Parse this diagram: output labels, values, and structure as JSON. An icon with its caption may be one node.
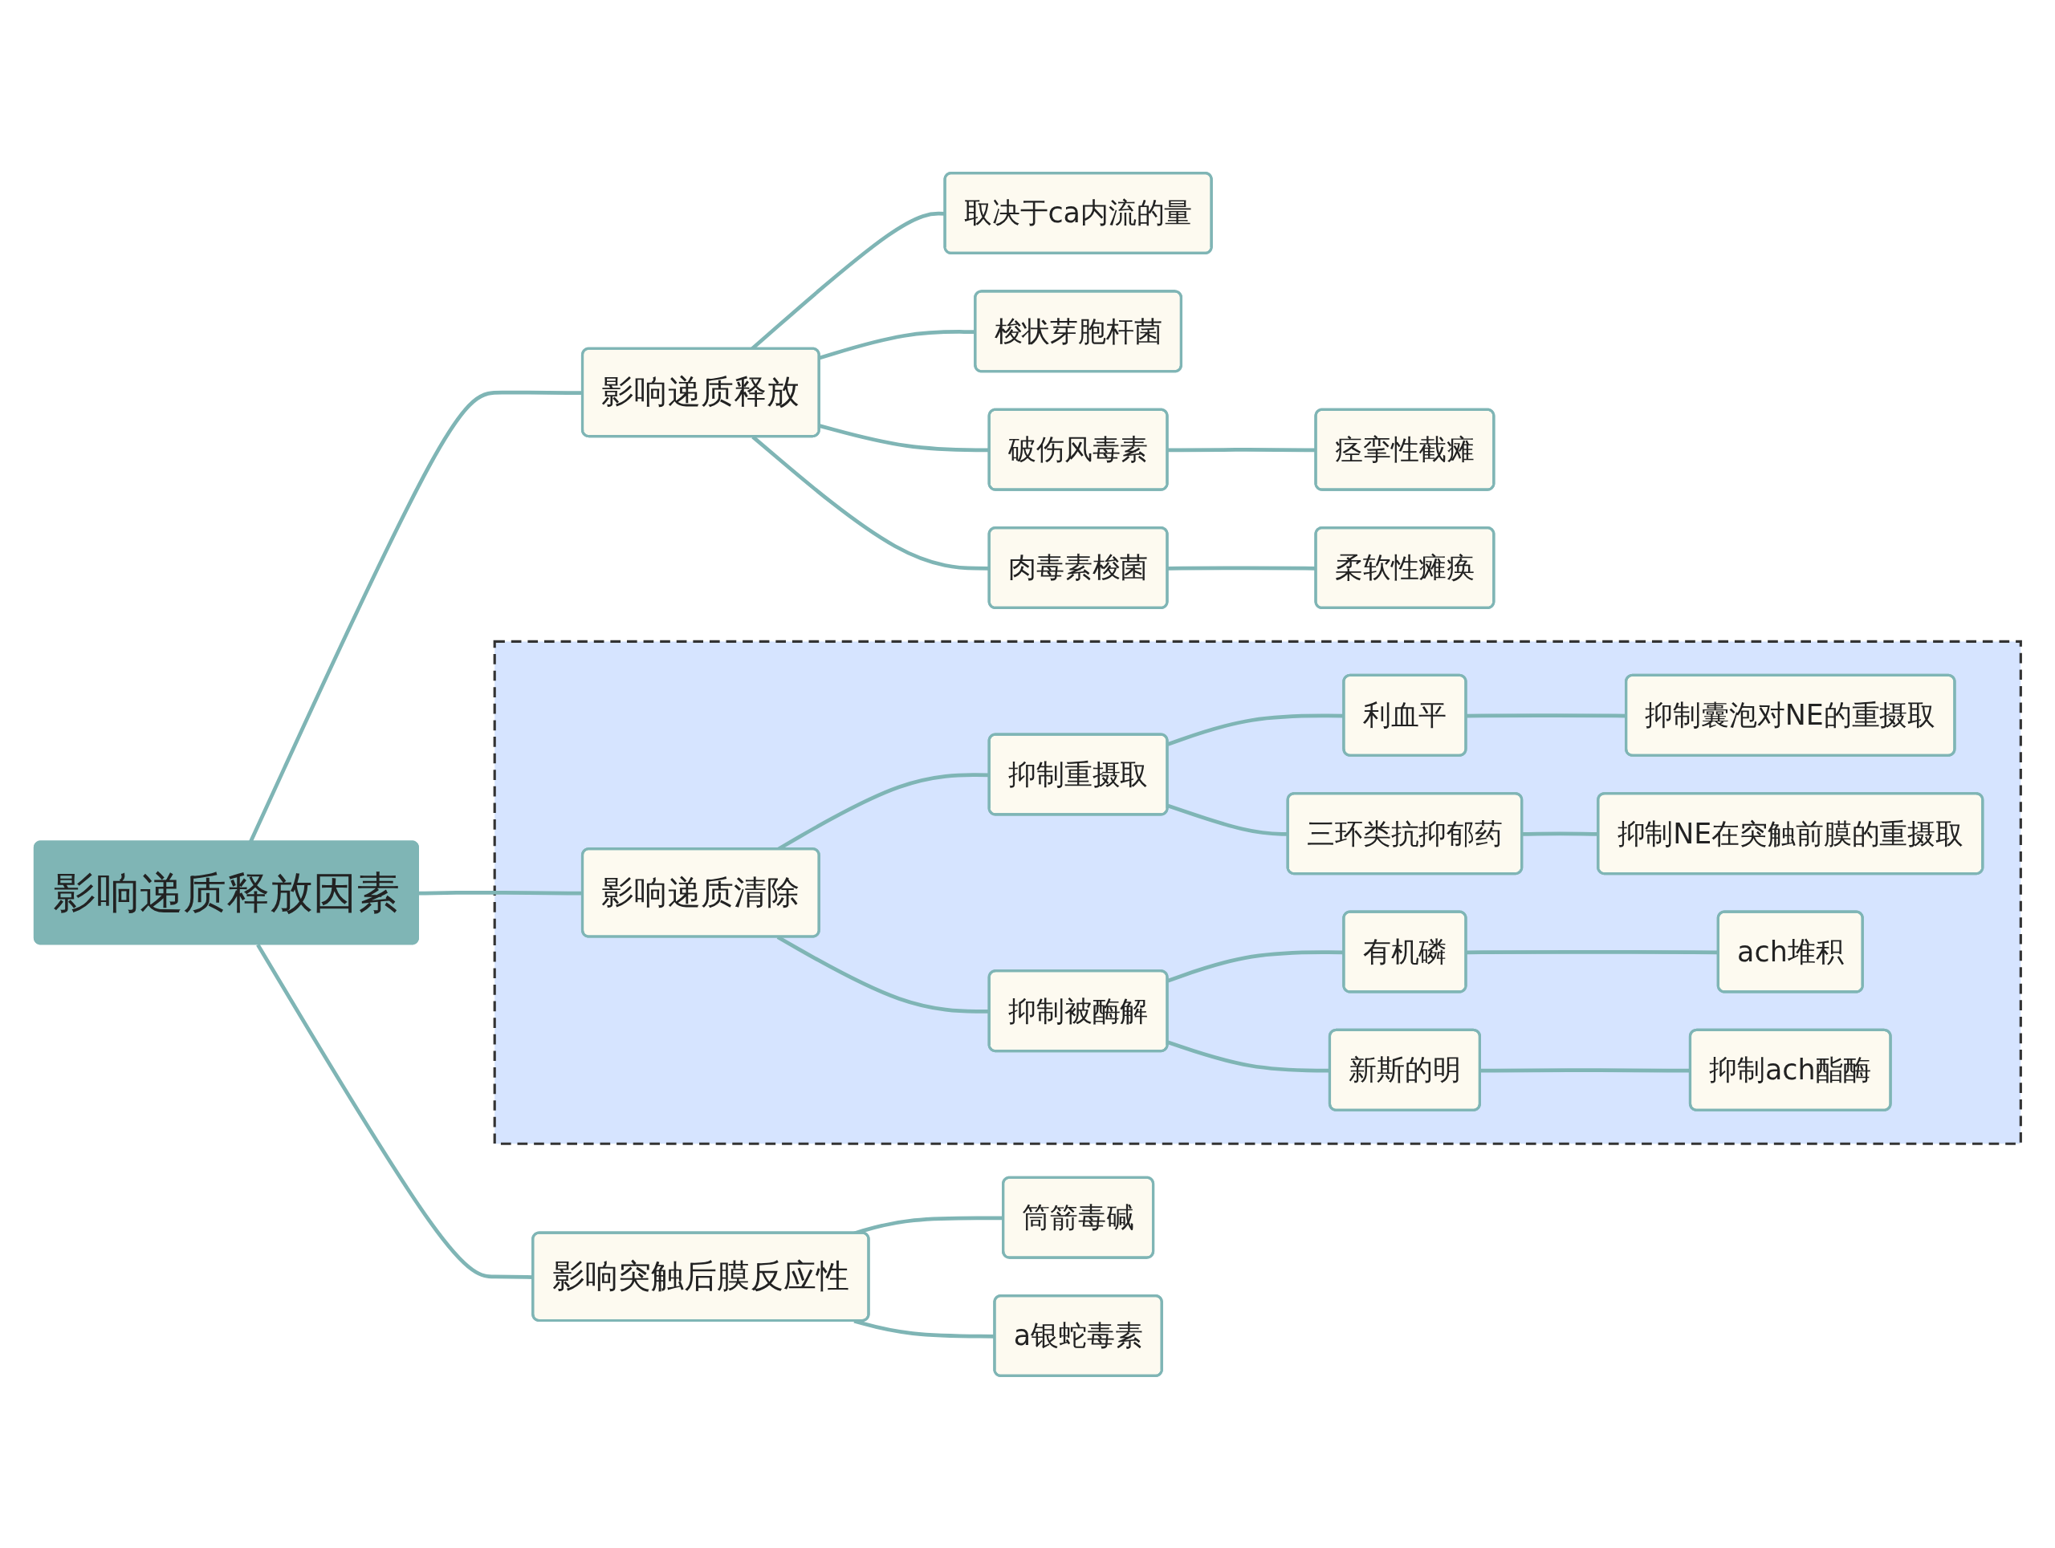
{
  "diagram": {
    "nodes": [
      {
        "text": [
          "影响递质释放因素"
        ]
      },
      {
        "text": [
          "影响递质释放"
        ]
      },
      {
        "text": [
          "取决于ca内流的量"
        ]
      },
      {
        "text": [
          "梭状芽胞杆菌"
        ]
      },
      {
        "text": [
          "破伤风毒素"
        ]
      },
      {
        "text": [
          "痉挛性截瘫"
        ]
      },
      {
        "text": [
          "肉毒素梭菌"
        ]
      },
      {
        "text": [
          "柔软性瘫痪"
        ]
      },
      {
        "text": [],
        "shape": "box"
      },
      {
        "text": [
          "影响递质清除"
        ],
        "in": 8
      },
      {
        "text": [
          "抑制重摄取"
        ],
        "in": 8
      },
      {
        "text": [
          "利血平"
        ],
        "in": 8
      },
      {
        "text": [
          "抑制囊泡对NE的重摄取"
        ],
        "in": 8
      },
      {
        "text": [
          "三环类抗抑郁药"
        ],
        "in": 8
      },
      {
        "text": [
          "抑制NE在突触前膜的重摄取"
        ],
        "in": 8
      },
      {
        "text": [
          "抑制被酶解"
        ],
        "in": 8
      },
      {
        "text": [
          "有机磷"
        ],
        "in": 8
      },
      {
        "text": [
          "ach堆积"
        ],
        "in": 8
      },
      {
        "text": [
          "新斯的明"
        ],
        "in": 8
      },
      {
        "text": [
          "抑制ach酯酶"
        ],
        "in": 8
      },
      {
        "text": [
          "影响突触后膜反应性"
        ]
      },
      {
        "text": [
          "筒箭毒碱"
        ]
      },
      {
        "text": [
          "a银蛇毒素"
        ]
      }
    ],
    "edges": [
      {
        "from": 0,
        "to": 1,
        "arrow": "none"
      },
      {
        "from": 0,
        "to": 9,
        "arrow": "none"
      },
      {
        "from": 0,
        "to": 20,
        "arrow": "none"
      },
      {
        "from": 1,
        "to": 2,
        "arrow": "none"
      },
      {
        "from": 1,
        "to": 3,
        "arrow": "none"
      },
      {
        "from": 1,
        "to": 4,
        "arrow": "none"
      },
      {
        "from": 1,
        "to": 6,
        "arrow": "none"
      },
      {
        "from": 4,
        "to": 5,
        "arrow": "none"
      },
      {
        "from": 6,
        "to": 7,
        "arrow": "none"
      },
      {
        "from": 9,
        "to": 10,
        "arrow": "none"
      },
      {
        "from": 9,
        "to": 15,
        "arrow": "none"
      },
      {
        "from": 10,
        "to": 11,
        "arrow": "none"
      },
      {
        "from": 10,
        "to": 13,
        "arrow": "none"
      },
      {
        "from": 11,
        "to": 12,
        "arrow": "none"
      },
      {
        "from": 13,
        "to": 14,
        "arrow": "none"
      },
      {
        "from": 15,
        "to": 16,
        "arrow": "none"
      },
      {
        "from": 15,
        "to": 18,
        "arrow": "none"
      },
      {
        "from": 16,
        "to": 17,
        "arrow": "none"
      },
      {
        "from": 18,
        "to": 19,
        "arrow": "none"
      },
      {
        "from": 20,
        "to": 21,
        "arrow": "none"
      },
      {
        "from": 20,
        "to": 22,
        "arrow": "none"
      }
    ]
  }
}
